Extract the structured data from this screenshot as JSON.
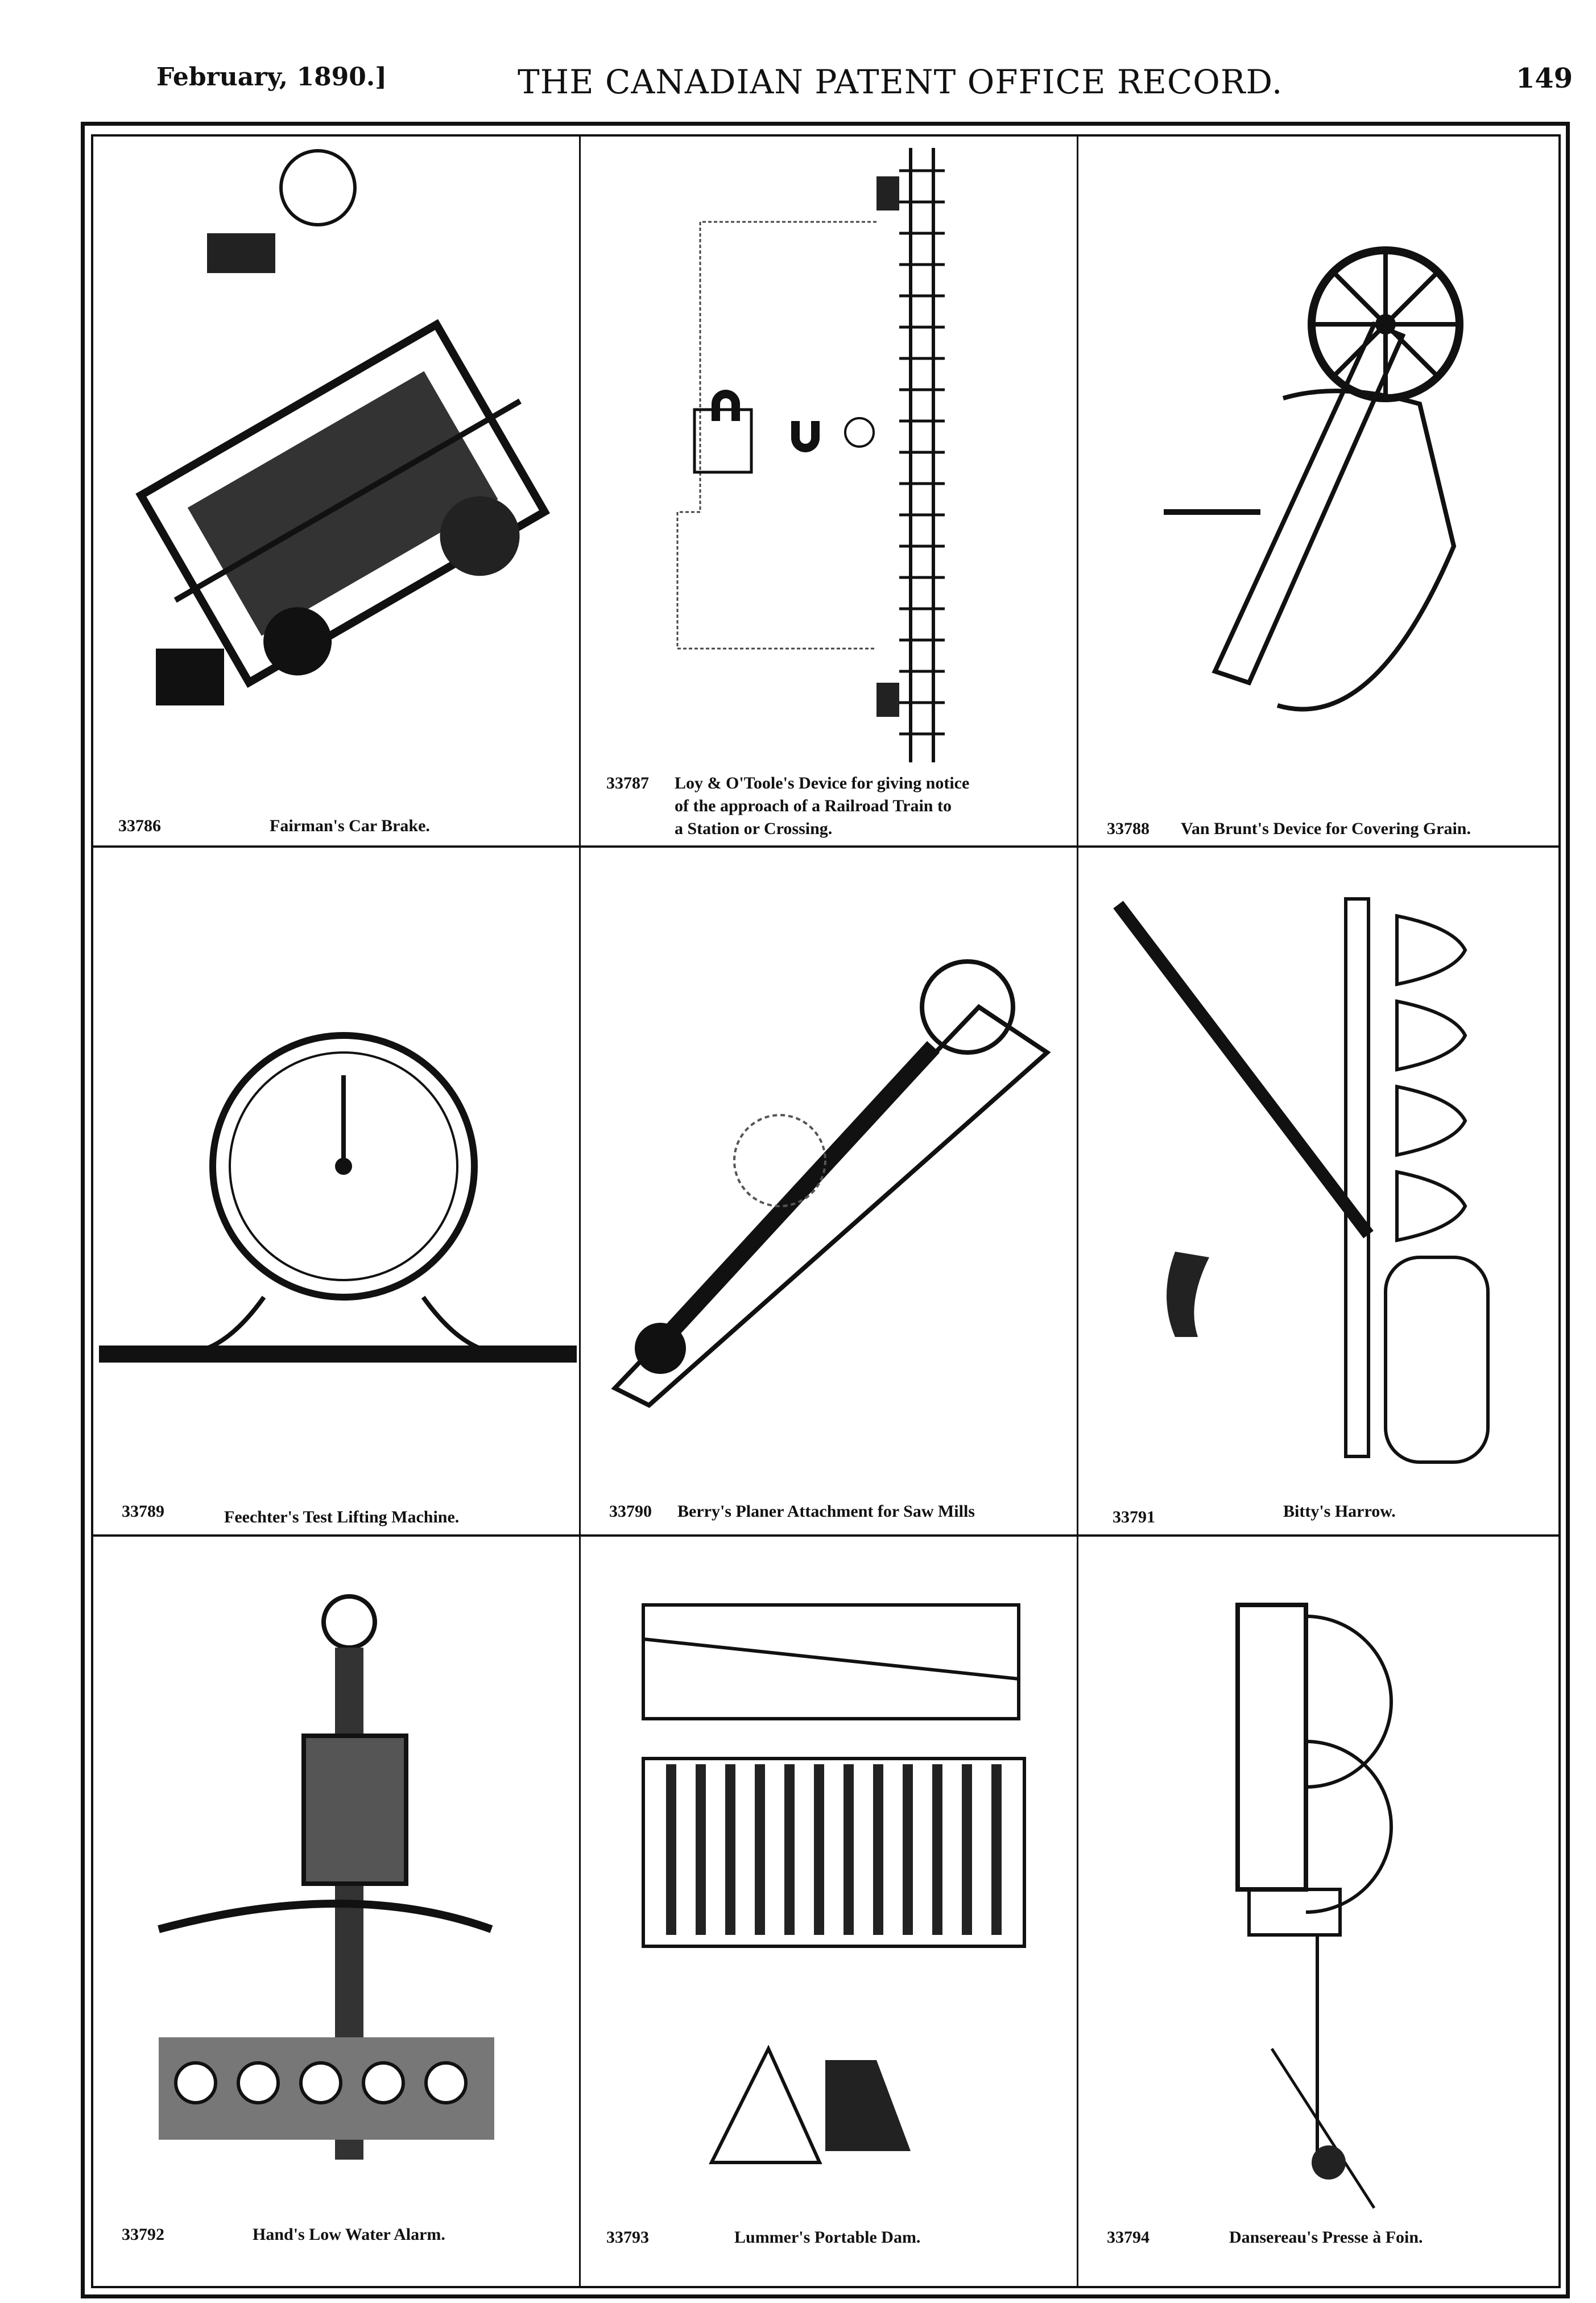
{
  "header": {
    "date": "February, 1890.]",
    "title": "THE CANADIAN PATENT OFFICE RECORD.",
    "page_number": "149"
  },
  "patents": [
    {
      "number": "33786",
      "title": "Fairman's Car Brake."
    },
    {
      "number": "33787",
      "title_lines": [
        "Loy & O'Toole's Device for giving notice",
        "of the approach of a Railroad Train to",
        "a Station or Crossing."
      ]
    },
    {
      "number": "33788",
      "title": "Van Brunt's Device for Covering Grain."
    },
    {
      "number": "33789",
      "title": "Feechter's Test Lifting Machine."
    },
    {
      "number": "33790",
      "title": "Berry's Planer Attachment for Saw Mills"
    },
    {
      "number": "33791",
      "title": "Bitty's Harrow."
    },
    {
      "number": "33792",
      "title": "Hand's Low Water Alarm."
    },
    {
      "number": "33793",
      "title": "Lummer's Portable Dam."
    },
    {
      "number": "33794",
      "title": "Dansereau's Presse à Foin."
    }
  ]
}
